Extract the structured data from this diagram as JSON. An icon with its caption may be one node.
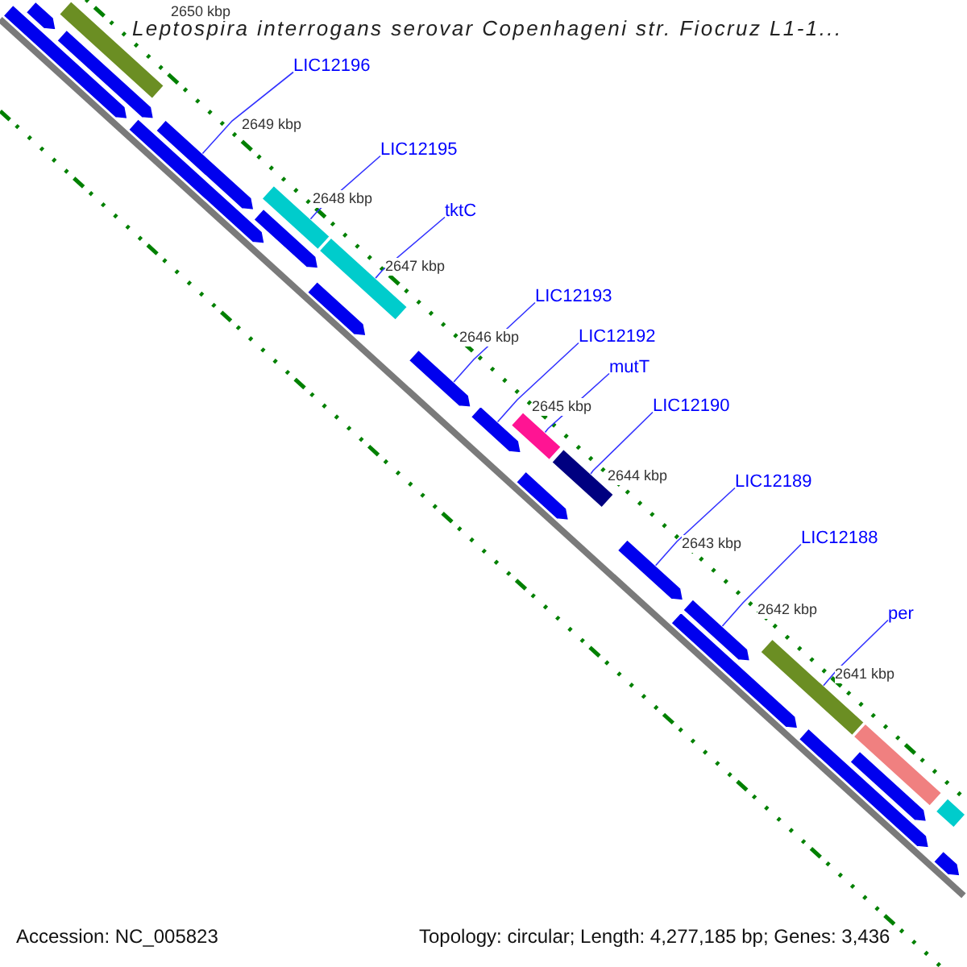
{
  "diagram": {
    "title": "Leptospira interrogans serovar Copenhageni str. Fiocruz L1-1...",
    "nodes": [
      {
        "text": [
          "LIC12196"
        ]
      },
      {
        "text": [
          "LIC12195"
        ]
      },
      {
        "text": [
          "tktC"
        ]
      },
      {
        "text": [
          "LIC12193"
        ]
      },
      {
        "text": [
          "LIC12192"
        ]
      },
      {
        "text": [
          "mutT"
        ]
      },
      {
        "text": [
          "LIC12190"
        ]
      },
      {
        "text": [
          "LIC12189"
        ]
      },
      {
        "text": [
          "LIC12188"
        ]
      },
      {
        "text": [
          "per"
        ]
      },
      {
        "text": [],
        "shape": "block"
      },
      {
        "text": [],
        "shape": "block"
      },
      {
        "text": [],
        "shape": "bar"
      },
      {
        "text": [],
        "shape": "block"
      },
      {
        "text": [],
        "shape": "block"
      },
      {
        "text": [],
        "shape": "block"
      },
      {
        "text": [],
        "shape": "bar"
      },
      {
        "text": [],
        "shape": "block"
      },
      {
        "text": [],
        "shape": "bar"
      },
      {
        "text": [],
        "shape": "block"
      },
      {
        "text": [],
        "shape": "block"
      },
      {
        "text": [],
        "shape": "block"
      },
      {
        "text": [],
        "shape": "bar"
      },
      {
        "text": [],
        "shape": "block"
      },
      {
        "text": [],
        "shape": "bar"
      },
      {
        "text": [],
        "shape": "block"
      },
      {
        "text": [],
        "shape": "block"
      },
      {
        "text": [],
        "shape": "block"
      },
      {
        "text": [],
        "shape": "bar"
      },
      {
        "text": [],
        "shape": "block"
      },
      {
        "text": [],
        "shape": "bar"
      },
      {
        "text": [],
        "shape": "block"
      },
      {
        "text": [],
        "shape": "bar"
      },
      {
        "text": [],
        "shape": "block"
      }
    ],
    "edges": [
      {
        "from": 0,
        "to": 15,
        "arrow": "none"
      },
      {
        "from": 1,
        "to": 16,
        "arrow": "none"
      },
      {
        "from": 2,
        "to": 18,
        "arrow": "none"
      },
      {
        "from": 3,
        "to": 20,
        "arrow": "none"
      },
      {
        "from": 4,
        "to": 21,
        "arrow": "none"
      },
      {
        "from": 5,
        "to": 22,
        "arrow": "none"
      },
      {
        "from": 6,
        "to": 24,
        "arrow": "none"
      },
      {
        "from": 7,
        "to": 25,
        "arrow": "none"
      },
      {
        "from": 8,
        "to": 26,
        "arrow": "none"
      },
      {
        "from": 9,
        "to": 28,
        "arrow": "none"
      }
    ],
    "labels": [
      "2650 kbp",
      "2649 kbp",
      "2648 kbp",
      "2647 kbp",
      "2646 kbp",
      "2645 kbp",
      "2644 kbp",
      "2643 kbp",
      "2642 kbp",
      "2641 kbp",
      "Accession: NC_005823",
      "Topology: circular; Length: 4,277,185 bp; Genes: 3,436"
    ]
  }
}
